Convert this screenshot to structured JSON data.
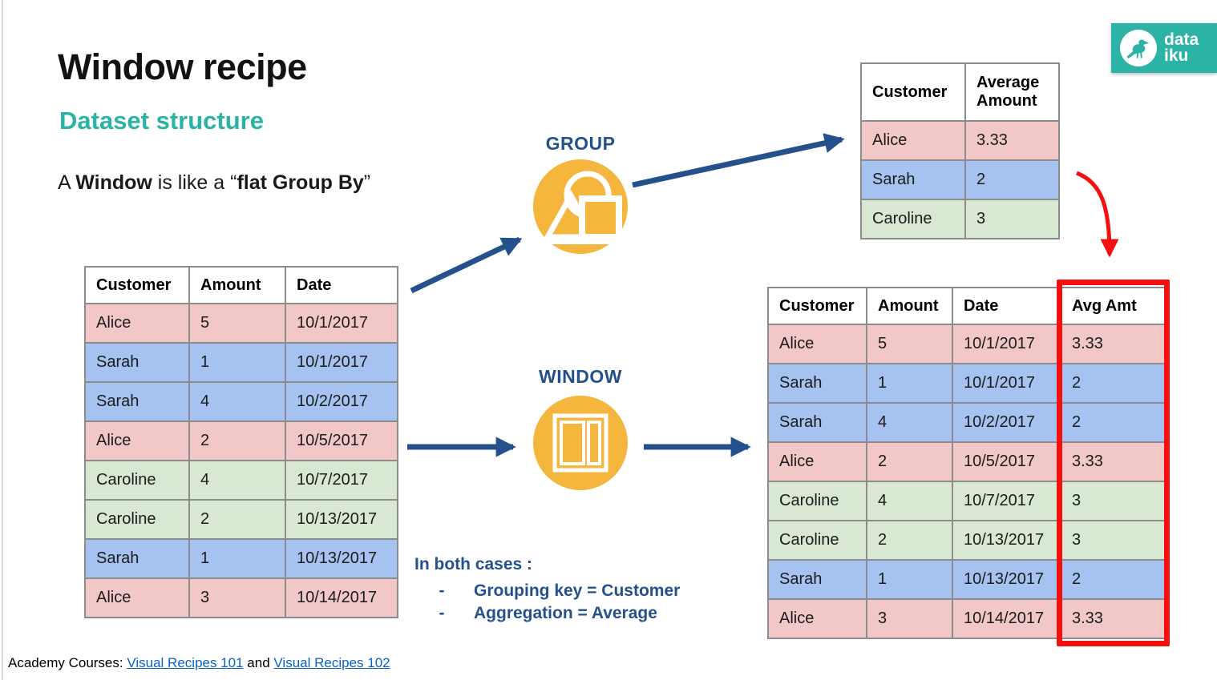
{
  "colors": {
    "theme": {
      "teal": "#2BB3A6",
      "dark-blue": "#24518C",
      "yellow": "#F4B63C",
      "red": "#F50F0F",
      "link-blue": "#0563C1",
      "border-gray": "#8C8C8C"
    },
    "row_groups": {
      "alice": "#F2C7C8",
      "sarah": "#A5C2F0",
      "caroline": "#D8E8D2"
    }
  },
  "header": {
    "title": "Window recipe",
    "subtitle": "Dataset structure"
  },
  "tagline": {
    "part1": "A ",
    "bold1": "Window",
    "part2": " is like a “",
    "bold2": "flat Group By",
    "part3": "”"
  },
  "recipes": {
    "group_label": "GROUP",
    "window_label": "WINDOW",
    "group_icon": "group-recipe-icon",
    "window_icon": "window-recipe-icon"
  },
  "tables": {
    "source": {
      "headers": [
        "Customer",
        "Amount",
        "Date"
      ],
      "rows": [
        {
          "group": "alice",
          "cells": [
            "Alice",
            "5",
            "10/1/2017"
          ]
        },
        {
          "group": "sarah",
          "cells": [
            "Sarah",
            "1",
            "10/1/2017"
          ]
        },
        {
          "group": "sarah",
          "cells": [
            "Sarah",
            "4",
            "10/2/2017"
          ]
        },
        {
          "group": "alice",
          "cells": [
            "Alice",
            "2",
            "10/5/2017"
          ]
        },
        {
          "group": "caroline",
          "cells": [
            "Caroline",
            "4",
            "10/7/2017"
          ]
        },
        {
          "group": "caroline",
          "cells": [
            "Caroline",
            "2",
            "10/13/2017"
          ]
        },
        {
          "group": "sarah",
          "cells": [
            "Sarah",
            "1",
            "10/13/2017"
          ]
        },
        {
          "group": "alice",
          "cells": [
            "Alice",
            "3",
            "10/14/2017"
          ]
        }
      ]
    },
    "grouped": {
      "headers": [
        "Customer",
        "Average Amount"
      ],
      "rows": [
        {
          "group": "alice",
          "cells": [
            "Alice",
            "3.33"
          ]
        },
        {
          "group": "sarah",
          "cells": [
            "Sarah",
            "2"
          ]
        },
        {
          "group": "caroline",
          "cells": [
            "Caroline",
            "3"
          ]
        }
      ]
    },
    "windowed": {
      "headers": [
        "Customer",
        "Amount",
        "Date",
        "Avg Amt"
      ],
      "rows": [
        {
          "group": "alice",
          "cells": [
            "Alice",
            "5",
            "10/1/2017",
            "3.33"
          ]
        },
        {
          "group": "sarah",
          "cells": [
            "Sarah",
            "1",
            "10/1/2017",
            "2"
          ]
        },
        {
          "group": "sarah",
          "cells": [
            "Sarah",
            "4",
            "10/2/2017",
            "2"
          ]
        },
        {
          "group": "alice",
          "cells": [
            "Alice",
            "2",
            "10/5/2017",
            "3.33"
          ]
        },
        {
          "group": "caroline",
          "cells": [
            "Caroline",
            "4",
            "10/7/2017",
            "3"
          ]
        },
        {
          "group": "caroline",
          "cells": [
            "Caroline",
            "2",
            "10/13/2017",
            "3"
          ]
        },
        {
          "group": "sarah",
          "cells": [
            "Sarah",
            "1",
            "10/13/2017",
            "2"
          ]
        },
        {
          "group": "alice",
          "cells": [
            "Alice",
            "3",
            "10/14/2017",
            "3.33"
          ]
        }
      ]
    }
  },
  "notes": {
    "intro": "In both cases :",
    "bullets": [
      {
        "dash": "-",
        "text": "Grouping key = Customer"
      },
      {
        "dash": "-",
        "text": "Aggregation = Average"
      }
    ]
  },
  "footer": {
    "prefix": "Academy Courses: ",
    "link1": "Visual Recipes 101",
    "middle": " and ",
    "link2": "Visual Recipes 102"
  },
  "logo": {
    "line1": "data",
    "line2": "iku",
    "icon": "dataiku-bird-icon"
  }
}
